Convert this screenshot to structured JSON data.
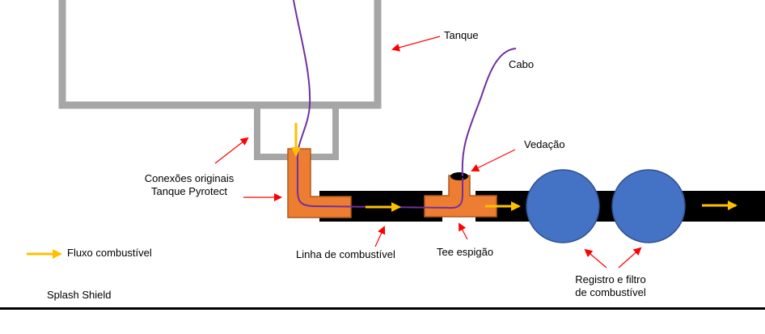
{
  "labels": {
    "tank": "Tanque",
    "cable": "Cabo",
    "seal": "Vedação",
    "original_connections_line1": "Conexões originais",
    "original_connections_line2": "Tanque Pyrotect",
    "fuel_line": "Linha de combustível",
    "tee": "Tee espigão",
    "valve_filter_line1": "Registro e filtro",
    "valve_filter_line2": "de combustível",
    "legend_flow": "Fluxo combustível",
    "splash_shield": "Splash Shield"
  },
  "colors": {
    "tank": "#a6a6a6",
    "fitting": "#ed7d31",
    "fitting_border": "#ae5a21",
    "hose": "#000000",
    "component": "#4472c4",
    "component_border": "#2f528f",
    "cable": "#7030a0",
    "flow_arrow": "#ffc000",
    "callout_arrow": "#ff0000"
  }
}
